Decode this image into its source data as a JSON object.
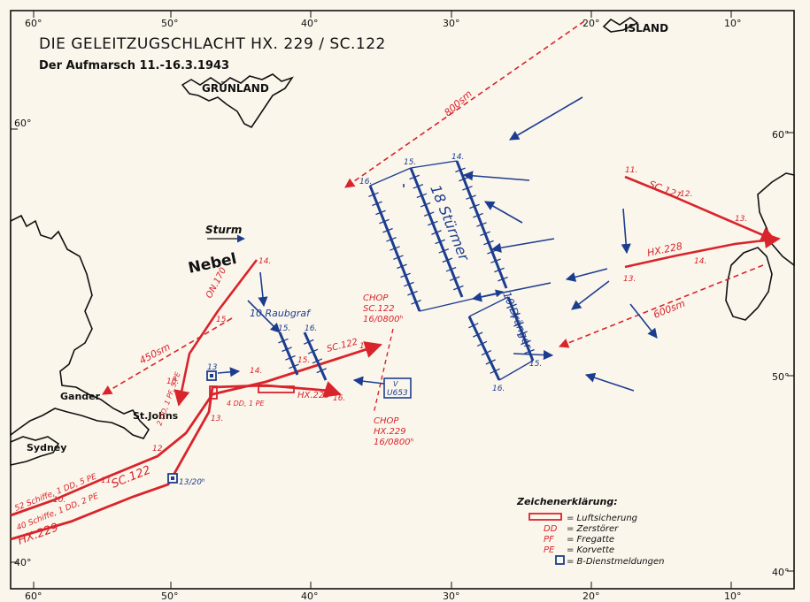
{
  "title": "DIE GELEITZUGSCHLACHT   HX. 229 / SC.122",
  "subtitle": "Der Aufmarsch 11.-16.3.1943",
  "colors": {
    "red": "#d8242b",
    "blue": "#1c3d8f",
    "land_outline": "#111111",
    "background": "#fbf6ec"
  },
  "place_labels": {
    "greenland": "GRÜNLAND",
    "iceland": "ISLAND",
    "gander": "Gander",
    "st_johns": "St.Johns",
    "sydney": "Sydney"
  },
  "longitude_labels": [
    "60°",
    "50°",
    "40°",
    "30°",
    "20°",
    "10°"
  ],
  "latitude_labels": [
    "60°",
    "50°",
    "40°"
  ],
  "weather": {
    "storm": "Sturm",
    "fog": "Nebel"
  },
  "distances": {
    "d800": "800sm",
    "d450": "450sm",
    "d600": "600sm"
  },
  "convoys": {
    "sc122_label": "SC.122",
    "sc122_start": "52 Schiffe, 1 DD, 5 PE",
    "hx229_label": "HX.229",
    "hx229_start": "40 Schiffe, 1 DD, 2 PE",
    "on170": "ON.170",
    "sc121": "SC.121",
    "hx228": "HX.228",
    "sc122_east": "SC.122",
    "hx229_east": "HX.229",
    "escort_a": "2 DD, 1 PF, 5 PE",
    "escort_b": "4 DD, 1 PE"
  },
  "day_numbers": [
    "10.",
    "11.",
    "12.",
    "13.",
    "14.",
    "15.",
    "16."
  ],
  "chop": {
    "sc122": [
      "CHOP",
      "SC.122",
      "16/0800ʰ"
    ],
    "hx229": [
      "CHOP",
      "HX.229",
      "16/0800ʰ"
    ]
  },
  "uboat_groups": {
    "sturmer": "18 Stürmer",
    "dranger": "10 Dränger",
    "raubgraf": "10 Raubgraf",
    "u653": "U653",
    "u653_top": "V"
  },
  "b_marks": {
    "m13": "13",
    "m13_20": "13/20ʰ"
  },
  "legend": {
    "title": "Zeichenerklärung:",
    "items": [
      {
        "symbol": "",
        "label": "= Luftsicherung"
      },
      {
        "symbol": "DD",
        "label": "= Zerstörer"
      },
      {
        "symbol": "PF",
        "label": "= Fregatte"
      },
      {
        "symbol": "PE",
        "label": "= Korvette"
      },
      {
        "symbol": "",
        "label": "= B-Dienstmeldungen"
      }
    ]
  }
}
